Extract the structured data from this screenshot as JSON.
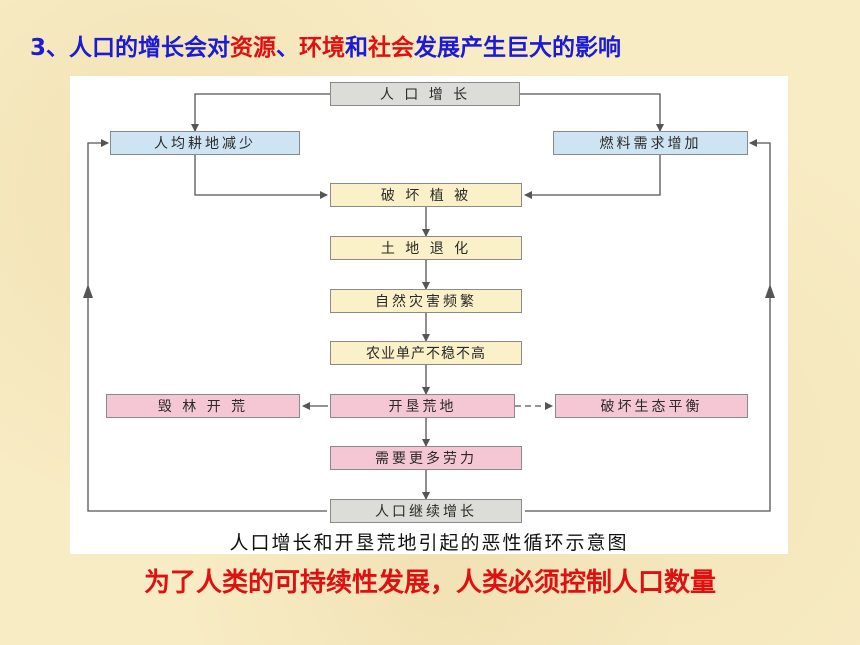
{
  "heading": {
    "prefix": "3、人口的增长会对",
    "term_resources": "资源",
    "sep": "、",
    "term_environment": "环境",
    "and": "和",
    "term_society": "社会",
    "suffix": "发展产生巨大的影响"
  },
  "diagram": {
    "nodes": {
      "population_growth": "人 口 增 长",
      "farmland_decrease": "人均耕地减少",
      "fuel_demand": "燃料需求增加",
      "vegetation_destruction": "破 坏 植 被",
      "land_degradation": "土 地 退 化",
      "natural_disasters": "自然灾害频繁",
      "low_yield": "农业单产不稳不高",
      "deforestation": "毁 林 开 荒",
      "land_reclamation": "开垦荒地",
      "ecological_imbalance": "破坏生态平衡",
      "more_labor": "需要更多劳力",
      "continued_growth": "人口继续增长"
    },
    "caption": "人口增长和开垦荒地引起的恶性循环示意图"
  },
  "conclusion": "为了人类的可持续性发展，人类必须控制人口数量",
  "colors": {
    "heading_blue": "#1a1ad8",
    "accent_red": "#e01010",
    "box_gray": "#dcdcd8",
    "box_blue": "#cfe4f2",
    "box_yellow": "#fbf1c8",
    "box_pink": "#f5c6d4"
  }
}
